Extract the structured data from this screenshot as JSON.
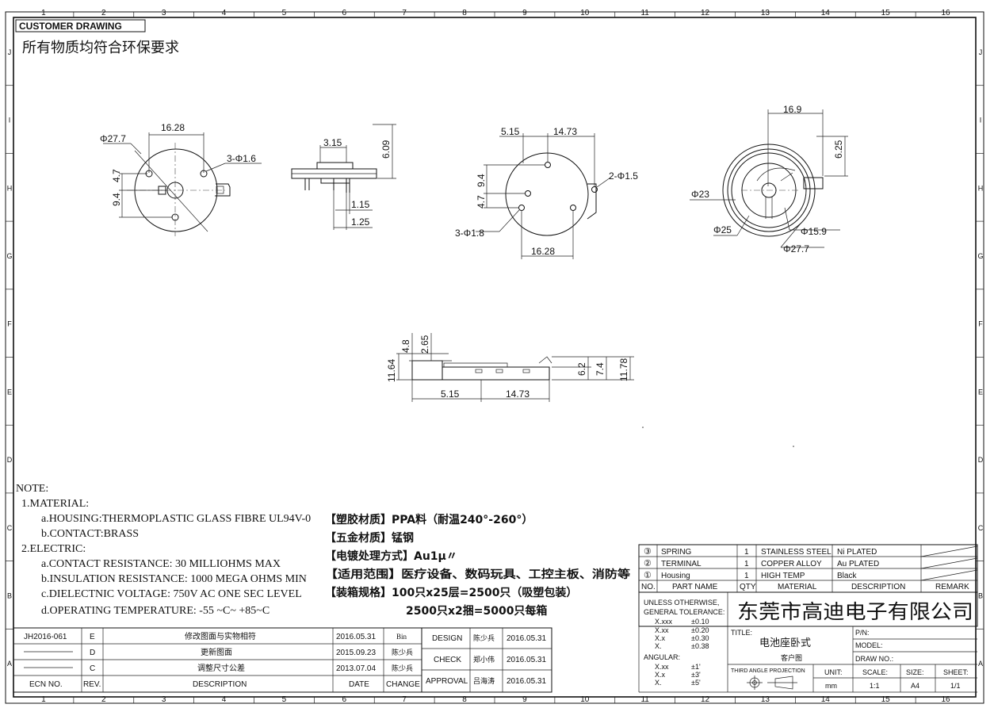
{
  "header": {
    "badge": "CUSTOMER DRAWING",
    "env_note": "所有物质均符合环保要求"
  },
  "frame": {
    "col_numbers": [
      "1",
      "2",
      "3",
      "4",
      "5",
      "6",
      "7",
      "8",
      "9",
      "10",
      "11",
      "12",
      "13",
      "14",
      "15",
      "16"
    ],
    "row_letters": [
      "J",
      "I",
      "H",
      "G",
      "F",
      "E",
      "D",
      "C",
      "B",
      "A"
    ]
  },
  "dims": {
    "front": {
      "d1": "Φ27.7",
      "d2": "16.28",
      "d3": "3-Φ1.6",
      "d4": "4.7",
      "d5": "9.4"
    },
    "side": {
      "d1": "3.15",
      "d2": "6.09",
      "d3": "1.15",
      "d4": "1.25"
    },
    "top": {
      "d1": "5.15",
      "d2": "14.73",
      "d3": "2-Φ1.5",
      "d4": "9.4",
      "d5": "4.7",
      "d6": "3-Φ1.8",
      "d7": "16.28"
    },
    "rear": {
      "d1": "16.9",
      "d2": "6.25",
      "d3": "Φ23",
      "d4": "Φ25",
      "d5": "Φ15.9",
      "d6": "Φ27.7"
    },
    "section": {
      "d1": "4.8",
      "d2": "2.65",
      "d3": "11.64",
      "d4": "6.2",
      "d5": "7.4",
      "d6": "11.78",
      "d7": "5.15",
      "d8": "14.73"
    }
  },
  "notes": {
    "title": "NOTE:",
    "lines": [
      "1.MATERIAL:",
      "a.HOUSING:THERMOPLASTIC GLASS FIBRE UL94V-0",
      "b.CONTACT:BRASS",
      "2.ELECTRIC:",
      "a.CONTACT RESISTANCE: 30 MILLIOHMS MAX",
      "b.INSULATION RESISTANCE: 1000 MEGA OHMS MIN",
      "c.DIELECTNIC VOLTAGE: 750V AC ONE SEC LEVEL",
      "d.OPERATING TEMPERATURE: -55 ~C~ +85~C"
    ]
  },
  "specs": [
    "【塑胶材质】PPA料（耐温240°-260°）",
    "【五金材质】锰钢",
    "【电镀处理方式】Au1μ〃",
    "【适用范围】医疗设备、数码玩具、工控主板、消防等",
    "【装箱规格】100只x25层=2500只（吸塑包装）",
    "2500只x2捆=5000只每箱"
  ],
  "bom": {
    "headers": [
      "NO.",
      "PART NAME",
      "QTY",
      "MATERIAL",
      "DESCRIPTION",
      "REMARK"
    ],
    "rows": [
      {
        "no": "③",
        "part": "SPRING",
        "qty": "1",
        "material": "STAINLESS STEEL",
        "desc": "Ni PLATED",
        "remark": ""
      },
      {
        "no": "②",
        "part": "TERMINAL",
        "qty": "1",
        "material": "COPPER ALLOY",
        "desc": "Au PLATED",
        "remark": ""
      },
      {
        "no": "①",
        "part": "Housing",
        "qty": "1",
        "material": "HIGH TEMP",
        "desc": "Black",
        "remark": ""
      }
    ]
  },
  "tolerance": {
    "title1": "UNLESS OTHERWISE,",
    "title2": "GENERAL TOLERANCE:",
    "rows": [
      [
        "X.xxx",
        "±0.10"
      ],
      [
        "X.xx",
        "±0.20"
      ],
      [
        "X.x",
        "±0.30"
      ],
      [
        "X.",
        "±0.38"
      ]
    ],
    "angular_label": "ANGULAR:",
    "angular": [
      [
        "X.xx",
        "±1'"
      ],
      [
        "X.x",
        "±3'"
      ],
      [
        "X.",
        "±5'"
      ]
    ]
  },
  "company": "东莞市高迪电子有限公司",
  "title_block": {
    "title_label": "TITLE:",
    "title_value": "电池座卧式",
    "sub_value": "客户图",
    "pn_label": "P/N:",
    "model_label": "MODEL:",
    "drawno_label": "DRAW NO.:",
    "projection": "THIRD ANGLE PROJECTION",
    "unit_label": "UNIT:",
    "unit_value": "mm",
    "scale_label": "SCALE:",
    "scale_value": "1:1",
    "size_label": "SIZE:",
    "size_value": "A4",
    "sheet_label": "SHEET:",
    "sheet_value": "1/1"
  },
  "revisions": {
    "rows": [
      {
        "ecn": "JH2016-061",
        "rev": "E",
        "desc": "修改图面与实物相符",
        "date": "2016.05.31",
        "change": "Bin"
      },
      {
        "ecn": "",
        "rev": "D",
        "desc": "更新图面",
        "date": "2015.09.23",
        "change": "陈少兵"
      },
      {
        "ecn": "",
        "rev": "C",
        "desc": "调整尺寸公差",
        "date": "2013.07.04",
        "change": "陈少兵"
      }
    ],
    "headers": {
      "ecn": "ECN NO.",
      "rev": "REV.",
      "desc": "DESCRIPTION",
      "date": "DATE",
      "change": "CHANGE"
    }
  },
  "approvals": [
    {
      "label": "DESIGN",
      "name": "陈少兵",
      "date": "2016.05.31"
    },
    {
      "label": "CHECK",
      "name": "郑小伟",
      "date": "2016.05.31"
    },
    {
      "label": "APPROVAL",
      "name": "吕海涛",
      "date": "2016.05.31"
    }
  ]
}
